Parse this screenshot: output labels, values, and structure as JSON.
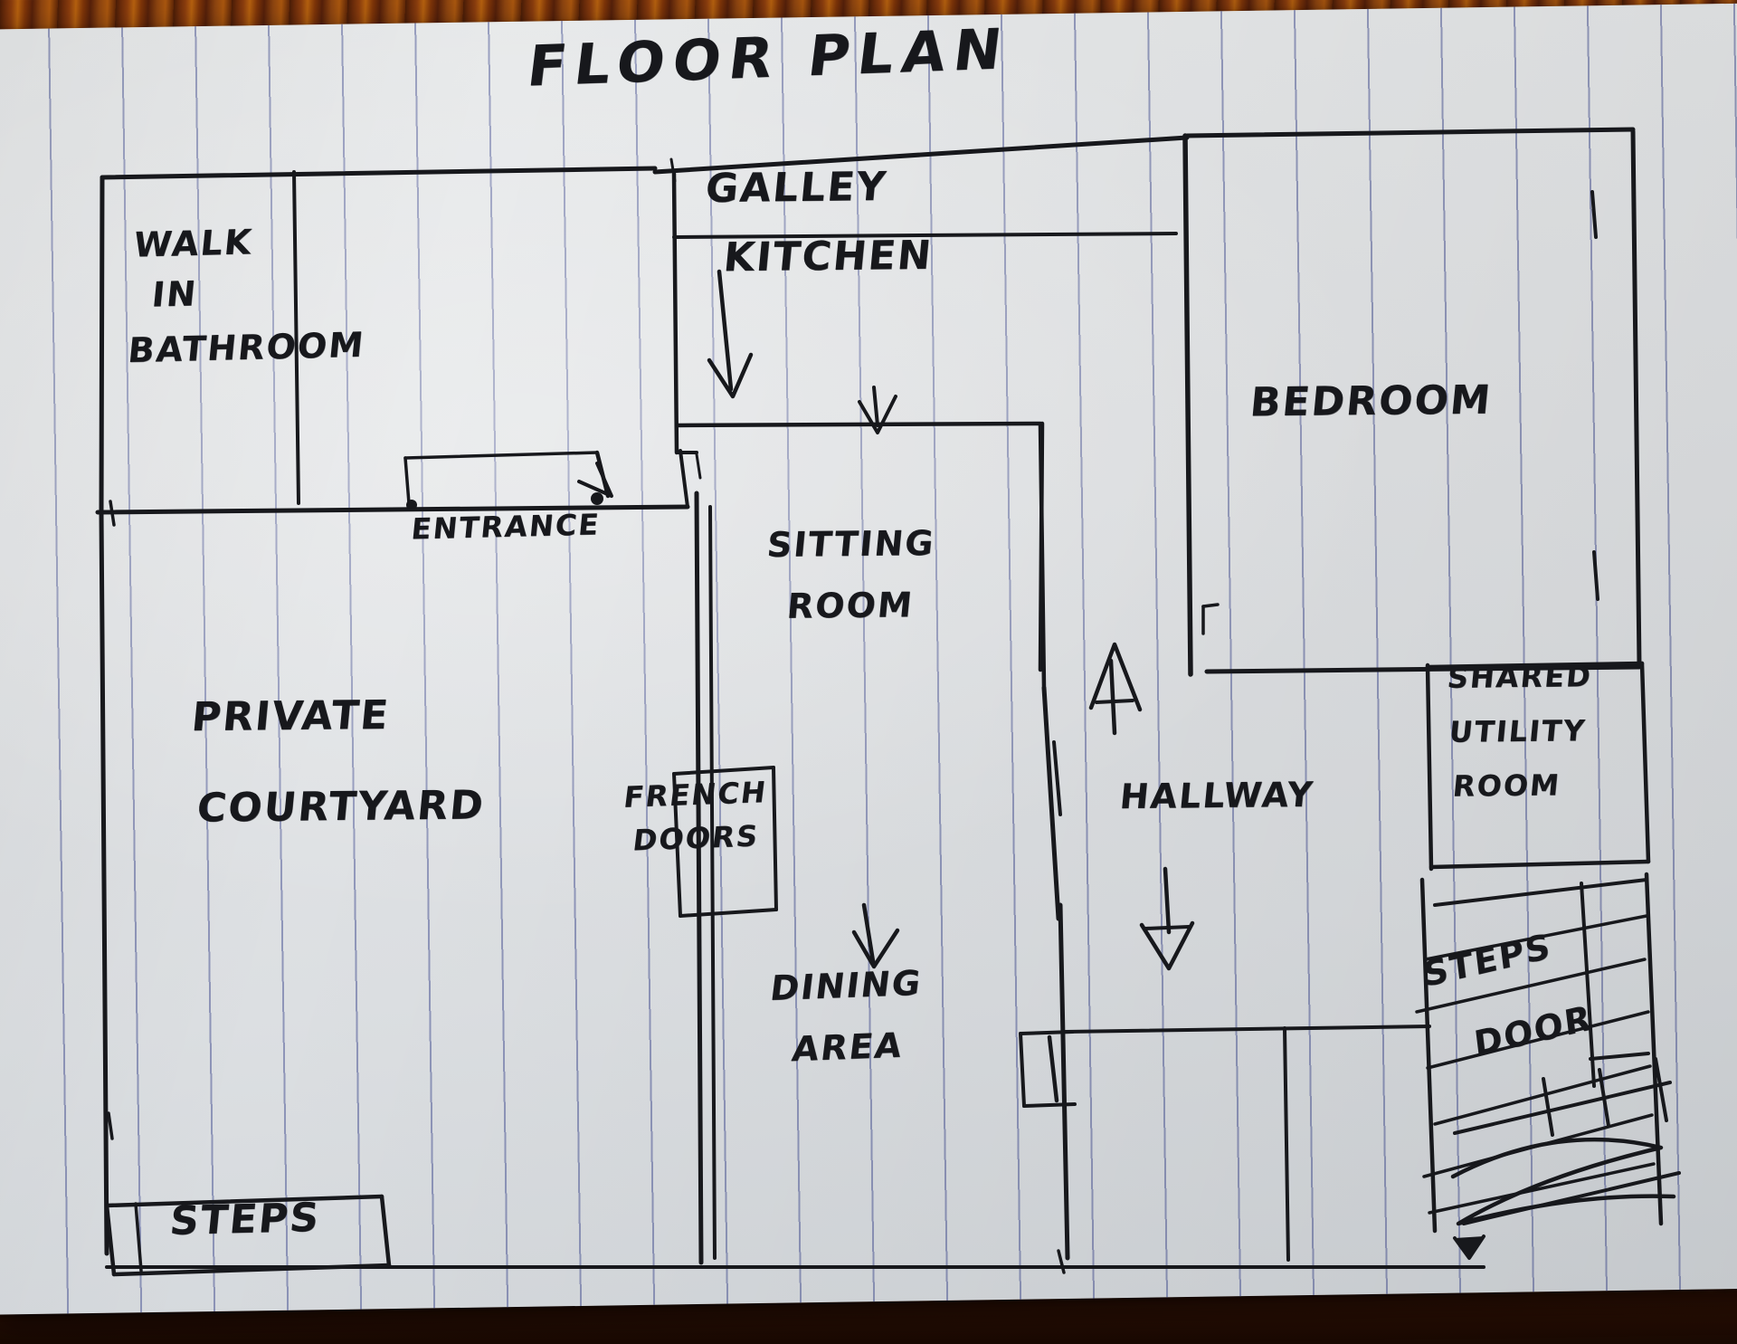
{
  "sketch": {
    "medium": "black ballpoint pen on lined notepaper",
    "surface": "wooden desk",
    "title": "FLOOR PLAN"
  },
  "rooms": [
    {
      "id": "walk-in-bathroom",
      "label_lines": [
        "WALK",
        "IN",
        "BATHROOM"
      ]
    },
    {
      "id": "galley-kitchen",
      "label_lines": [
        "GALLEY",
        "KITCHEN"
      ]
    },
    {
      "id": "bedroom",
      "label_lines": [
        "BEDROOM"
      ]
    },
    {
      "id": "sitting-room",
      "label_lines": [
        "SITTING",
        "ROOM"
      ]
    },
    {
      "id": "private-courtyard",
      "label_lines": [
        "PRIVATE",
        "COURTYARD"
      ]
    },
    {
      "id": "dining-area",
      "label_lines": [
        "DINING",
        "AREA"
      ]
    },
    {
      "id": "hallway",
      "label_lines": [
        "HALLWAY"
      ]
    },
    {
      "id": "shared-utility-room",
      "label_lines": [
        "SHARED",
        "UTILITY",
        "ROOM"
      ]
    }
  ],
  "features": [
    {
      "id": "entrance",
      "label": "ENTRANCE"
    },
    {
      "id": "french-doors",
      "label_lines": [
        "FRENCH",
        "DOORS"
      ]
    },
    {
      "id": "steps-front",
      "label": "STEPS"
    },
    {
      "id": "steps-door",
      "label_lines": [
        "STEPS",
        "DOOR"
      ]
    }
  ],
  "labels": {
    "title": "FLOOR PLAN",
    "walk": "WALK",
    "in": "IN",
    "bathroom": "BATHROOM",
    "galley": "GALLEY",
    "kitchen": "KITCHEN",
    "bedroom": "BEDROOM",
    "sitting": "SITTING",
    "room": "ROOM",
    "entrance": "ENTRANCE",
    "private": "PRIVATE",
    "courtyard": "COURTYARD",
    "french": "FRENCH",
    "doors": "DOORS",
    "dining": "DINING",
    "area": "AREA",
    "hallway": "HALLWAY",
    "shared": "SHARED",
    "utility": "UTILITY",
    "utility_room": "ROOM",
    "steps_front": "STEPS",
    "steps_back": "STEPS",
    "door_back": "DOOR"
  },
  "colors": {
    "ink": "#17181c",
    "paper": "#e3e5e7",
    "rule_line": "#4e5896",
    "wood": "#7a3209"
  }
}
